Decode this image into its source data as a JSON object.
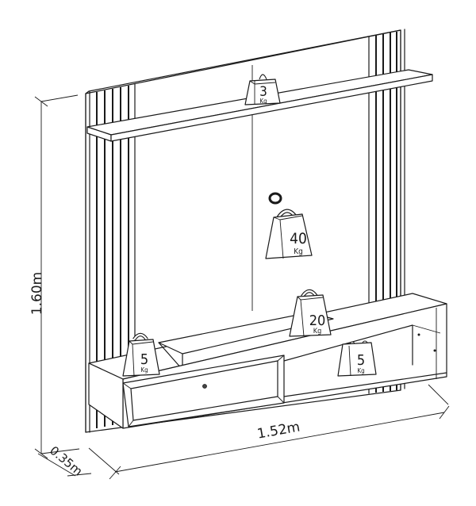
{
  "diagram": {
    "subject": "Wall-mounted TV panel with shelves",
    "line_color": "#1a1a1a",
    "background": "#ffffff"
  },
  "dimensions": {
    "height": "1.60m",
    "width": "1.52m",
    "depth": "0.35m"
  },
  "weights": {
    "top_shelf": {
      "value": "3",
      "unit": "Kg"
    },
    "panel": {
      "value": "40",
      "unit": "Kg"
    },
    "rack_top": {
      "value": "20",
      "unit": "Kg"
    },
    "rack_left": {
      "value": "5",
      "unit": "Kg"
    },
    "rack_niche": {
      "value": "5",
      "unit": "Kg"
    }
  }
}
